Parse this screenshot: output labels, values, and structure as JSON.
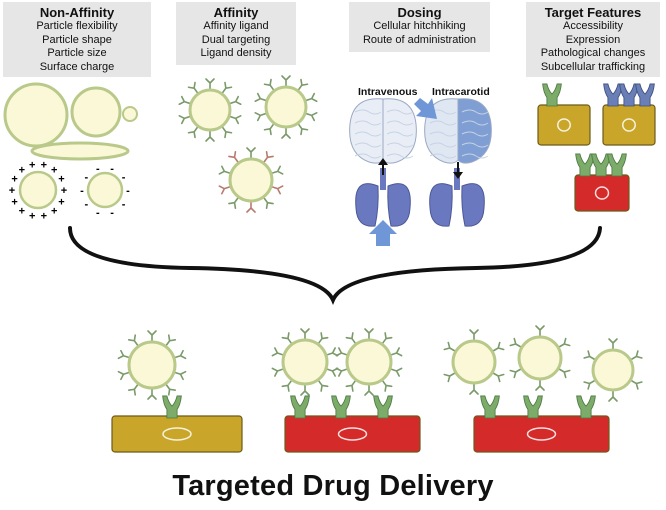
{
  "panels": {
    "non_affinity": {
      "title": "Non-Affinity",
      "items": [
        "Particle flexibility",
        "Particle shape",
        "Particle size",
        "Surface charge"
      ]
    },
    "affinity": {
      "title": "Affinity",
      "items": [
        "Affinity ligand",
        "Dual targeting",
        "Ligand density"
      ]
    },
    "dosing": {
      "title": "Dosing",
      "items": [
        "Cellular hitchhiking",
        "Route of administration"
      ]
    },
    "target_features": {
      "title": "Target Features",
      "items": [
        "Accessibility",
        "Expression",
        "Pathological changes",
        "Subcellular trafficking"
      ]
    }
  },
  "routes": {
    "intravenous": "Intravenous",
    "intracarotid": "Intracarotid"
  },
  "footer": {
    "title": "Targeted Drug Delivery"
  },
  "colors": {
    "panel_bg": "#e6e6e6",
    "particle_fill": "#fbf8d8",
    "particle_border": "#b9c98a",
    "ligand": "#7a9a6a",
    "receptor_green": "#7cab6a",
    "receptor_blue": "#6a7fb5",
    "cell_gold": "#c9a62a",
    "cell_red": "#d42a2a",
    "brain_blue": "#7f9ed3",
    "lung_blue": "#6a78c0",
    "arrow_blue": "#6f96d6"
  }
}
